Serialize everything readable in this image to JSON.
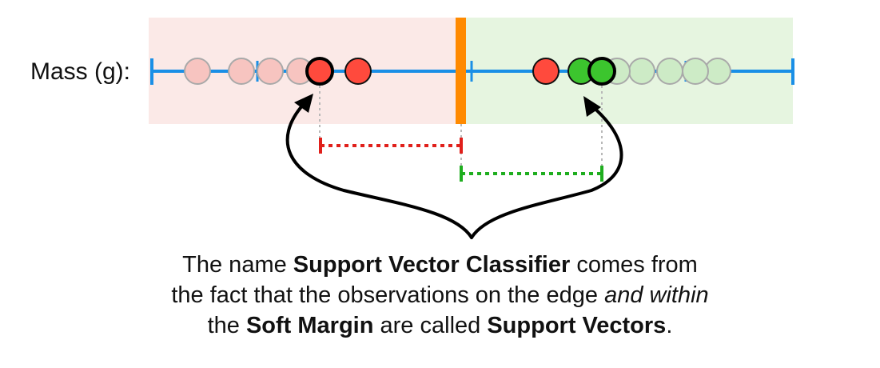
{
  "axis": {
    "label": "Mass (g):",
    "line_color": "#1a8fe6"
  },
  "threshold": {
    "color": "#ff8a00"
  },
  "regions": {
    "left_color": "#fbe9e7",
    "right_color": "#e6f5e0"
  },
  "observations": {
    "red_colored": "#ff4a3d",
    "green_colored": "#3cc52e",
    "red_faded": "#f7c4c0",
    "green_faded": "#cdebc6"
  },
  "margins": {
    "left_color": "#e0201b",
    "right_color": "#1fae1f"
  },
  "caption": {
    "line1_a": "The name ",
    "line1_b": "Support Vector Classifier",
    "line1_c": " comes from",
    "line2_a": "the fact that the observations on the edge ",
    "line2_b": "and within",
    "line3_a": "the ",
    "line3_b": "Soft Margin",
    "line3_c": " are called ",
    "line3_d": "Support Vectors",
    "line3_e": "."
  }
}
